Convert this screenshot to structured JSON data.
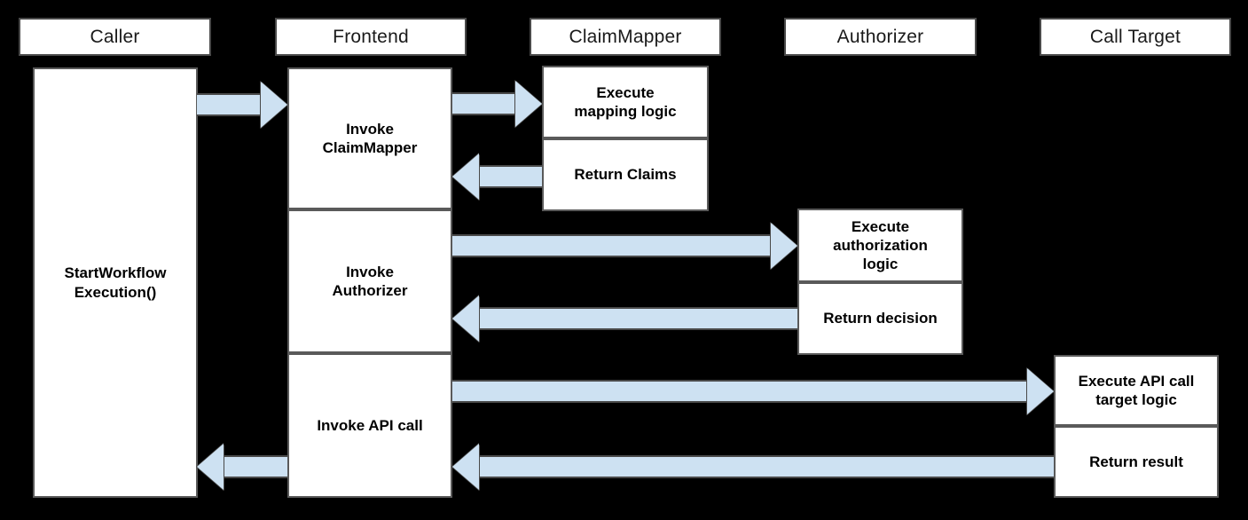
{
  "diagram": {
    "title": "Workflow authorization sequence diagram",
    "background_color": "#000000",
    "box_fill": "#ffffff",
    "box_border": "#5a5a5a",
    "arrow_fill": "#cde1f2",
    "arrow_border": "#494949"
  },
  "lanes": [
    {
      "id": "caller",
      "header": "Caller"
    },
    {
      "id": "frontend",
      "header": "Frontend"
    },
    {
      "id": "claimmapper",
      "header": "ClaimMapper"
    },
    {
      "id": "authorizer",
      "header": "Authorizer"
    },
    {
      "id": "calltarget",
      "header": "Call Target"
    }
  ],
  "activations": {
    "caller": [
      {
        "label": "StartWorkflow\nExecution()"
      }
    ],
    "frontend": [
      {
        "label": "Invoke\nClaimMapper"
      },
      {
        "label": "Invoke\nAuthorizer"
      },
      {
        "label": "Invoke API call"
      }
    ],
    "claimmapper": [
      {
        "label": "Execute\nmapping logic"
      },
      {
        "label": "Return Claims"
      }
    ],
    "authorizer": [
      {
        "label": "Execute\nauthorization\nlogic"
      },
      {
        "label": "Return decision"
      }
    ],
    "calltarget": [
      {
        "label": "Execute API call\ntarget logic"
      },
      {
        "label": "Return result"
      }
    ]
  },
  "messages": [
    {
      "id": "m1",
      "from": "caller",
      "to": "frontend",
      "direction": "right"
    },
    {
      "id": "m2",
      "from": "frontend",
      "to": "claimmapper",
      "direction": "right"
    },
    {
      "id": "m3",
      "from": "claimmapper",
      "to": "frontend",
      "direction": "left"
    },
    {
      "id": "m4",
      "from": "frontend",
      "to": "authorizer",
      "direction": "right"
    },
    {
      "id": "m5",
      "from": "authorizer",
      "to": "frontend",
      "direction": "left"
    },
    {
      "id": "m6",
      "from": "frontend",
      "to": "calltarget",
      "direction": "right"
    },
    {
      "id": "m7",
      "from": "calltarget",
      "to": "frontend",
      "direction": "left"
    },
    {
      "id": "m8",
      "from": "frontend",
      "to": "caller",
      "direction": "left"
    }
  ]
}
